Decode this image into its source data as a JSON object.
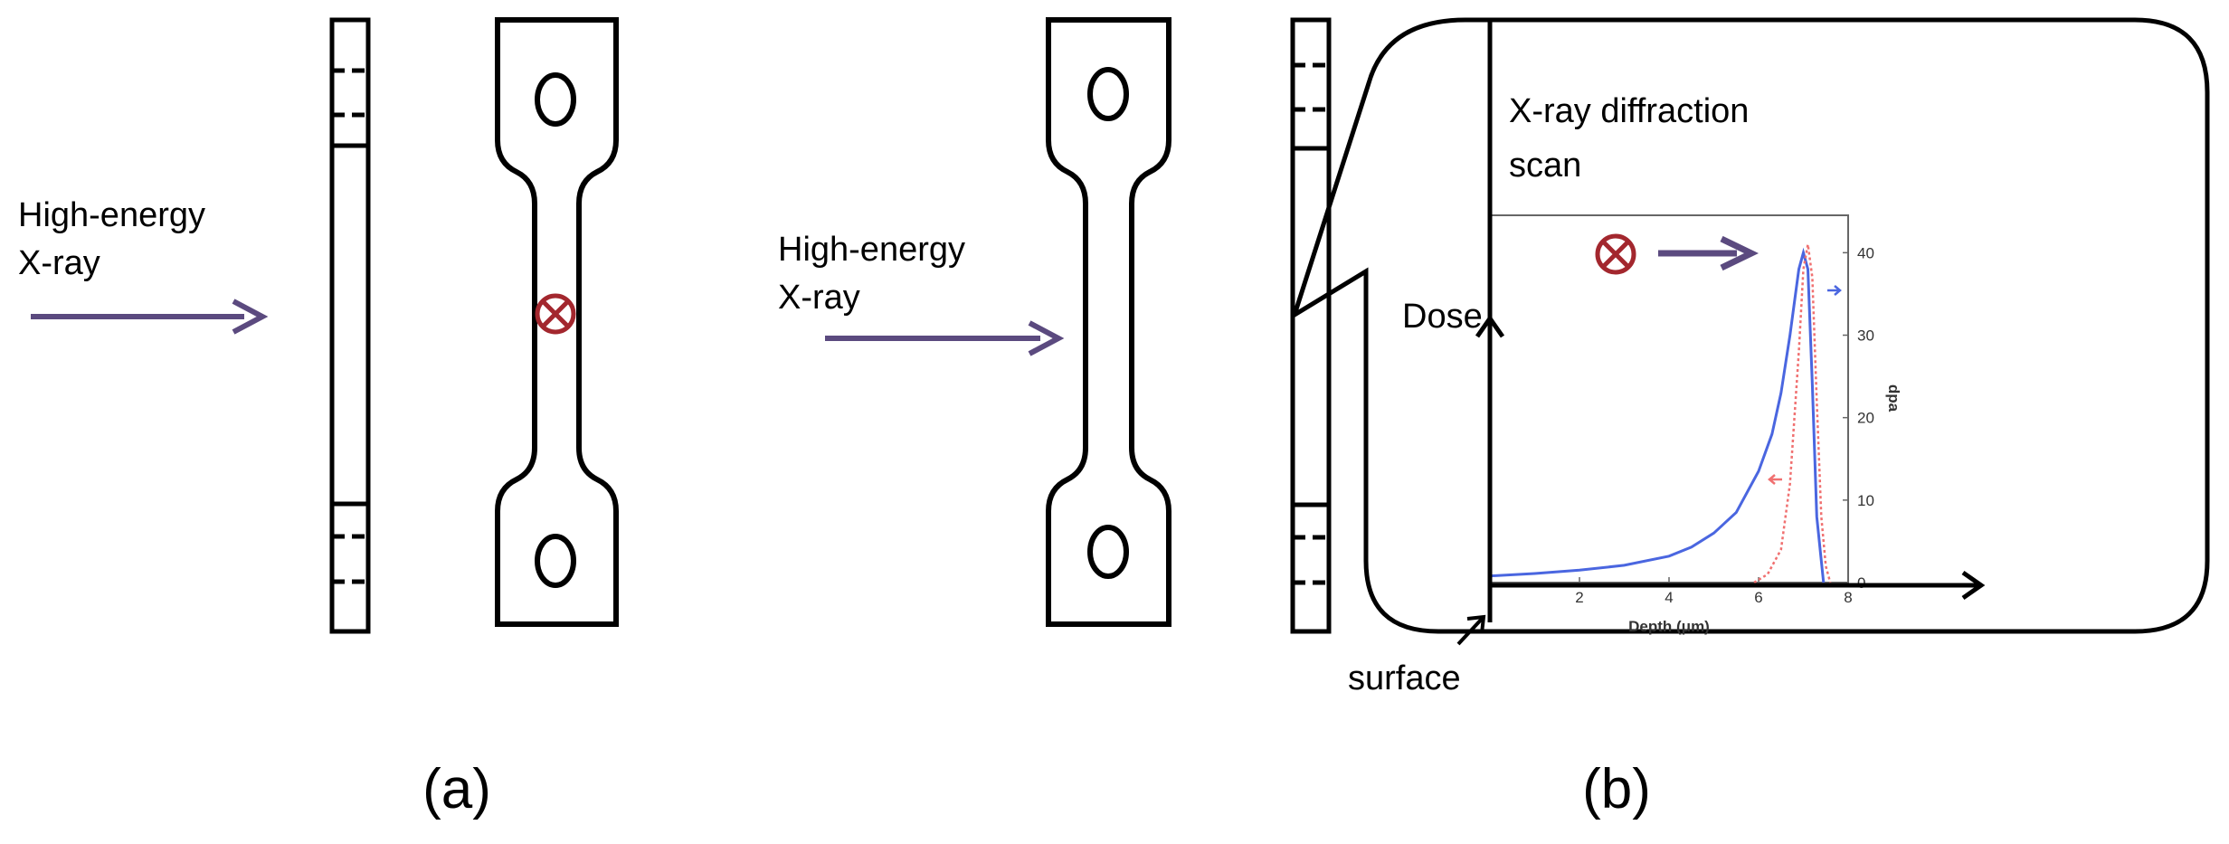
{
  "panels": {
    "a": {
      "label": "(a)",
      "beam_label_line1": "High-energy",
      "beam_label_line2": "X-ray"
    },
    "b": {
      "label": "(b)",
      "beam_label_line1": "High-energy",
      "beam_label_line2": "X-ray",
      "inset_title_line1": "X-ray diffraction",
      "inset_title_line2": "scan",
      "dose_label": "Dose",
      "surface_label": "surface"
    }
  },
  "colors": {
    "beam_arrow": "#5b4a7f",
    "cross_marker": "#a3272e",
    "dose_curve": "#4a66e0",
    "dpa_curve": "#f07070",
    "outline": "#000000"
  },
  "chart_data": {
    "type": "line",
    "xlabel": "Depth (μm)",
    "ylabel_right": "dpa",
    "xlim": [
      0,
      8
    ],
    "ylim": [
      0,
      43
    ],
    "x_ticks": [
      2,
      4,
      6,
      8
    ],
    "y_ticks": [
      0,
      10,
      20,
      30,
      40
    ],
    "series": [
      {
        "color": "#4a66e0",
        "style": "solid",
        "x": [
          0,
          1,
          2,
          3,
          4,
          4.5,
          5,
          5.5,
          6,
          6.3,
          6.5,
          6.7,
          6.8,
          6.9,
          7.0,
          7.1,
          7.2,
          7.3,
          7.45
        ],
        "y": [
          0.8,
          1.1,
          1.5,
          2.1,
          3.2,
          4.3,
          6.0,
          8.5,
          13.5,
          18,
          23,
          30,
          34,
          38,
          40,
          38,
          24,
          8,
          0
        ]
      },
      {
        "color": "#f07070",
        "style": "dotted",
        "x": [
          5.9,
          6.2,
          6.5,
          6.7,
          6.9,
          7.0,
          7.1,
          7.2,
          7.3,
          7.4,
          7.5,
          7.6
        ],
        "y": [
          0,
          1,
          4,
          12,
          28,
          38,
          41,
          37,
          22,
          8,
          2,
          0
        ]
      }
    ]
  }
}
